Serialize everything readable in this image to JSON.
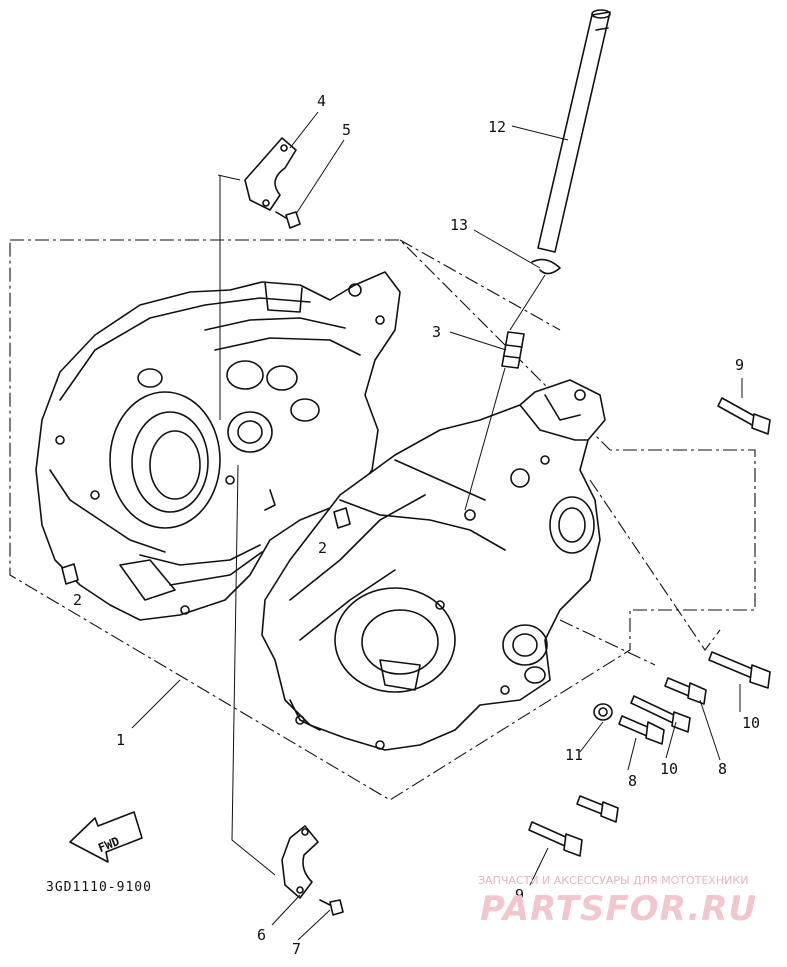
{
  "diagram": {
    "part_code": "3GD1110-9100",
    "fwd_label": "FWD",
    "callouts": [
      {
        "id": "c1",
        "text": "1"
      },
      {
        "id": "c2a",
        "text": "2"
      },
      {
        "id": "c2b",
        "text": "2"
      },
      {
        "id": "c3",
        "text": "3"
      },
      {
        "id": "c4",
        "text": "4"
      },
      {
        "id": "c5",
        "text": "5"
      },
      {
        "id": "c6",
        "text": "6"
      },
      {
        "id": "c7",
        "text": "7"
      },
      {
        "id": "c8a",
        "text": "8"
      },
      {
        "id": "c8b",
        "text": "8"
      },
      {
        "id": "c9a",
        "text": "9"
      },
      {
        "id": "c9b",
        "text": "9"
      },
      {
        "id": "c10a",
        "text": "10"
      },
      {
        "id": "c10b",
        "text": "10"
      },
      {
        "id": "c11",
        "text": "11"
      },
      {
        "id": "c12",
        "text": "12"
      },
      {
        "id": "c13",
        "text": "13"
      }
    ]
  },
  "watermark": {
    "tagline": "ЗАПЧАСТИ И АКСЕССУАРЫ ДЛЯ МОТОТЕХНИКИ",
    "brand": "PARTSFOR.RU",
    "color": "#f2c6cd"
  }
}
